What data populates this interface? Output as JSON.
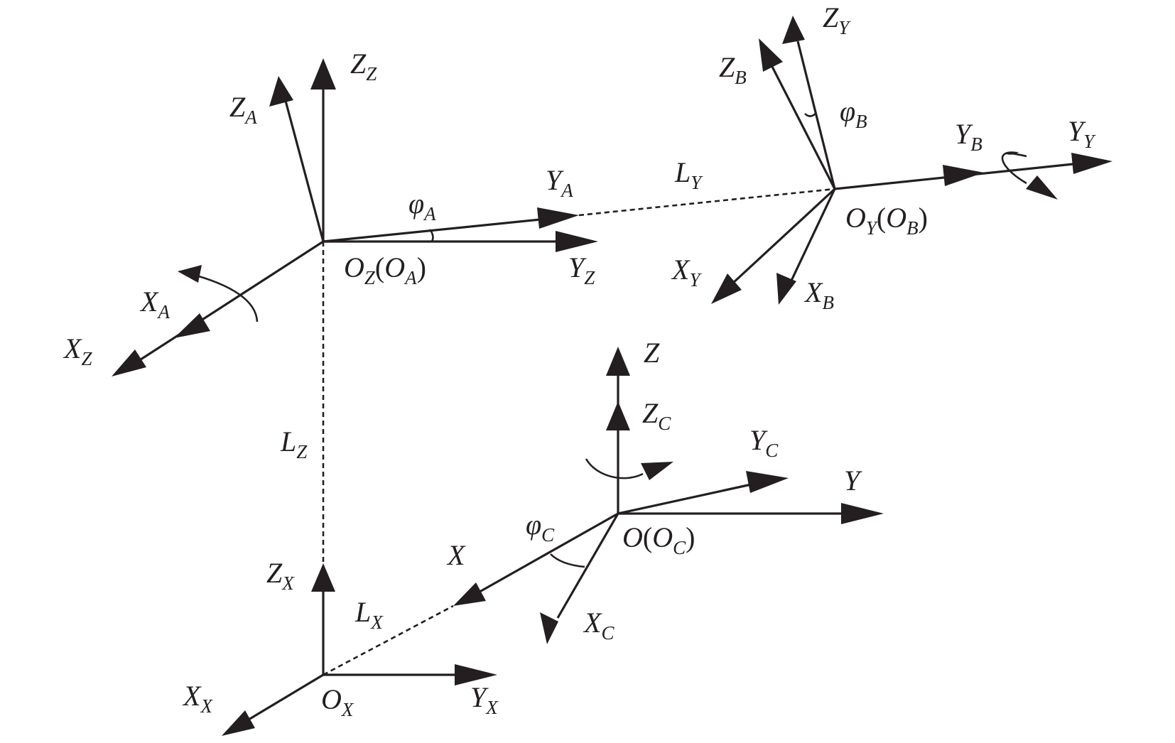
{
  "frames": {
    "Z_frame": {
      "origin": [
        "O",
        "Z",
        "(",
        "O",
        "A",
        ")"
      ],
      "axes": [
        [
          "Z",
          "Z"
        ],
        [
          "Y",
          "Z"
        ],
        [
          "X",
          "Z"
        ]
      ]
    },
    "A_frame": {
      "axes": [
        [
          "Z",
          "A"
        ],
        [
          "Y",
          "A"
        ],
        [
          "X",
          "A"
        ]
      ],
      "angle": [
        "φ",
        "A"
      ]
    },
    "Y_frame": {
      "origin": [
        "O",
        "Y",
        "(",
        "O",
        "B",
        ")"
      ],
      "axes": [
        [
          "Z",
          "Y"
        ],
        [
          "Y",
          "Y"
        ],
        [
          "X",
          "Y"
        ]
      ]
    },
    "B_frame": {
      "axes": [
        [
          "Z",
          "B"
        ],
        [
          "Y",
          "B"
        ],
        [
          "X",
          "B"
        ]
      ],
      "angle": [
        "φ",
        "B"
      ]
    },
    "X_frame": {
      "origin": [
        "O",
        "X"
      ],
      "axes": [
        [
          "Z",
          "X"
        ],
        [
          "Y",
          "X"
        ],
        [
          "X",
          "X"
        ]
      ]
    },
    "base_frame": {
      "origin": [
        "O",
        "(",
        "O",
        "C",
        ")"
      ],
      "axes": [
        "Z",
        "Y",
        "X"
      ]
    },
    "C_frame": {
      "axes": [
        [
          "Z",
          "C"
        ],
        [
          "Y",
          "C"
        ],
        [
          "X",
          "C"
        ]
      ],
      "angle": [
        "φ",
        "C"
      ]
    }
  },
  "links": {
    "LZ": [
      "L",
      "Z"
    ],
    "LY": [
      "L",
      "Y"
    ],
    "LX": [
      "L",
      "X"
    ]
  },
  "colors": {
    "ink": "#231f20",
    "background": "#ffffff"
  }
}
